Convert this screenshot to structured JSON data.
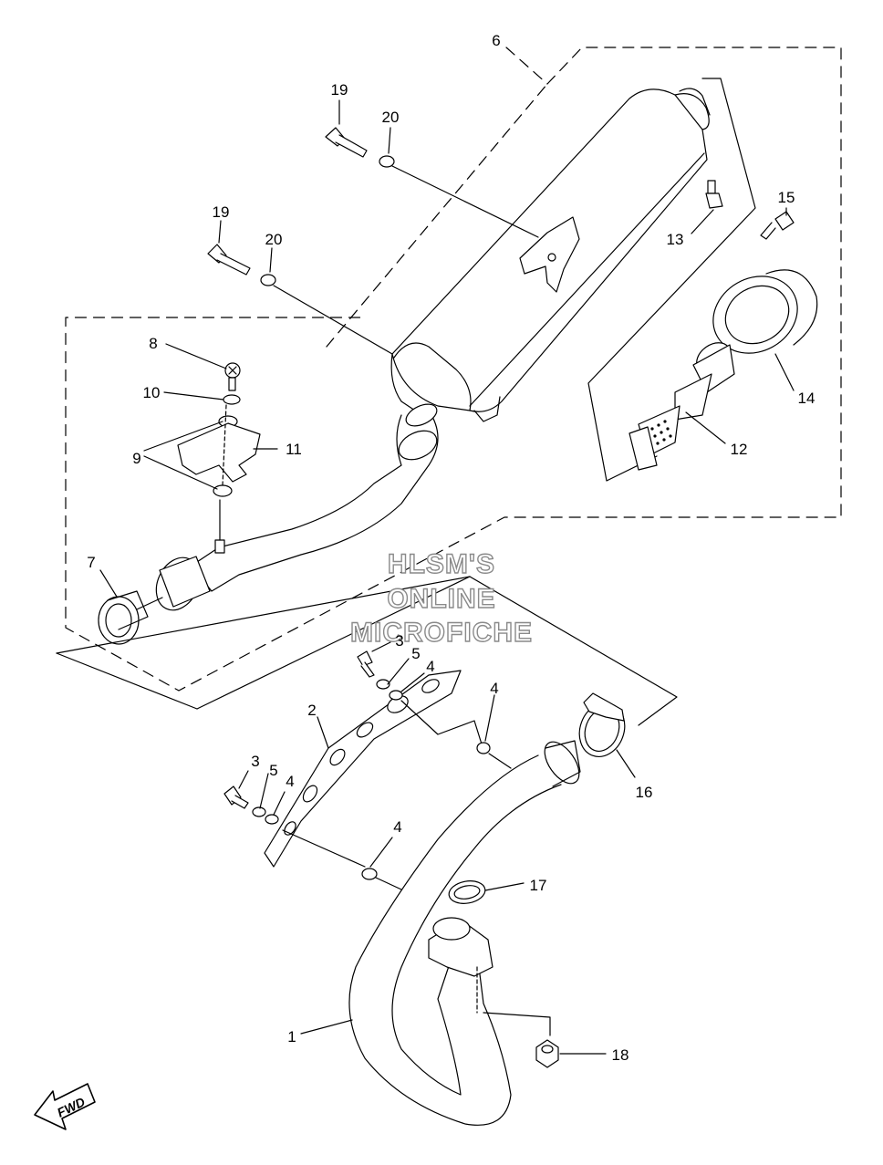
{
  "callouts": [
    {
      "id": "c1",
      "text": "1"
    },
    {
      "id": "c2",
      "text": "2"
    },
    {
      "id": "c3a",
      "text": "3"
    },
    {
      "id": "c3b",
      "text": "3"
    },
    {
      "id": "c4a",
      "text": "4"
    },
    {
      "id": "c4b",
      "text": "4"
    },
    {
      "id": "c4c",
      "text": "4"
    },
    {
      "id": "c4d",
      "text": "4"
    },
    {
      "id": "c5a",
      "text": "5"
    },
    {
      "id": "c5b",
      "text": "5"
    },
    {
      "id": "c6",
      "text": "6"
    },
    {
      "id": "c7",
      "text": "7"
    },
    {
      "id": "c8",
      "text": "8"
    },
    {
      "id": "c9",
      "text": "9"
    },
    {
      "id": "c10",
      "text": "10"
    },
    {
      "id": "c11",
      "text": "11"
    },
    {
      "id": "c12",
      "text": "12"
    },
    {
      "id": "c13",
      "text": "13"
    },
    {
      "id": "c14",
      "text": "14"
    },
    {
      "id": "c15",
      "text": "15"
    },
    {
      "id": "c16",
      "text": "16"
    },
    {
      "id": "c17",
      "text": "17"
    },
    {
      "id": "c18",
      "text": "18"
    },
    {
      "id": "c19a",
      "text": "19"
    },
    {
      "id": "c19b",
      "text": "19"
    },
    {
      "id": "c20a",
      "text": "20"
    },
    {
      "id": "c20b",
      "text": "20"
    }
  ],
  "watermark": {
    "line1": "HLSM'S",
    "line2": "ONLINE",
    "line3": "MICROFICHE"
  },
  "fwd_label": "FWD"
}
